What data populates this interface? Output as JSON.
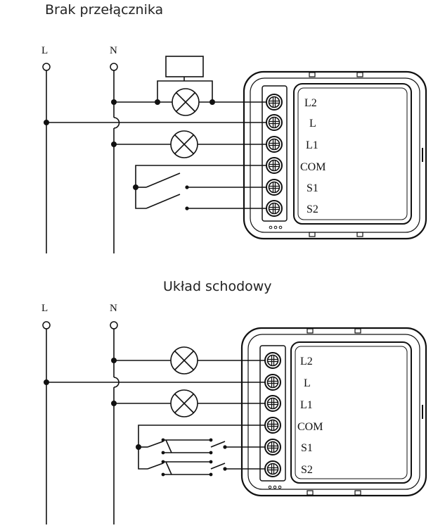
{
  "diagrams": [
    {
      "title": "Brak przełącznika",
      "supply_labels": [
        "L",
        "N"
      ],
      "terminals": [
        "L2",
        "L",
        "L1",
        "COM",
        "S1",
        "S2"
      ]
    },
    {
      "title": "Układ schodowy",
      "supply_labels": [
        "L",
        "N"
      ],
      "terminals": [
        "L2",
        "L",
        "L1",
        "COM",
        "S1",
        "S2"
      ]
    }
  ]
}
